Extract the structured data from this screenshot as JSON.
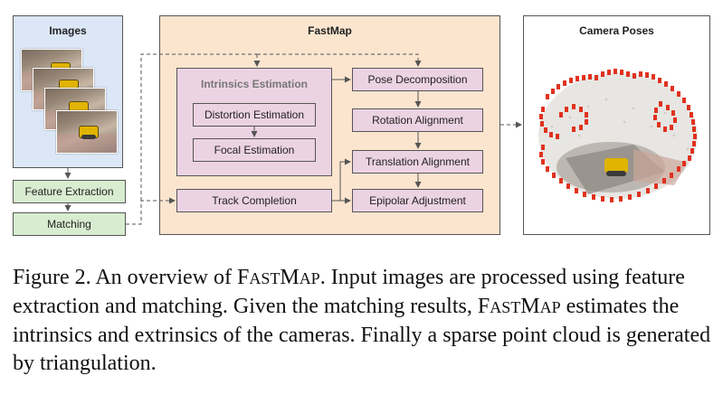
{
  "images_panel": {
    "title": "Images"
  },
  "fastmap_panel": {
    "title": "FastMap"
  },
  "camera_panel": {
    "title": "Camera Poses"
  },
  "left_steps": {
    "feature_extraction": "Feature Extraction",
    "matching": "Matching"
  },
  "intrinsics": {
    "title": "Intrinsics Estimation",
    "distortion": "Distortion Estimation",
    "focal": "Focal Estimation"
  },
  "fastmap_steps": {
    "pose_decomposition": "Pose Decomposition",
    "rotation_alignment": "Rotation Alignment",
    "translation_alignment": "Translation Alignment",
    "epipolar_adjustment": "Epipolar Adjustment",
    "track_completion": "Track Completion"
  },
  "caption": {
    "label": "Figure 2.",
    "t1": " An overview of ",
    "name_f": "F",
    "name_ast": "AST",
    "name_m": "M",
    "name_ap": "AP",
    "t2": ". Input images are processed using feature extraction and matching. Given the matching results, ",
    "t3": " estimates the intrinsics and extrinsics of the cameras. Finally a sparse point cloud is generated by triangulation."
  },
  "colors": {
    "images_bg": "#dbe7f6",
    "green_bg": "#d8ecd0",
    "fastmap_bg": "#fbe5cf",
    "pink_bg": "#ecd3e3",
    "camera_red": "#e0321e"
  }
}
